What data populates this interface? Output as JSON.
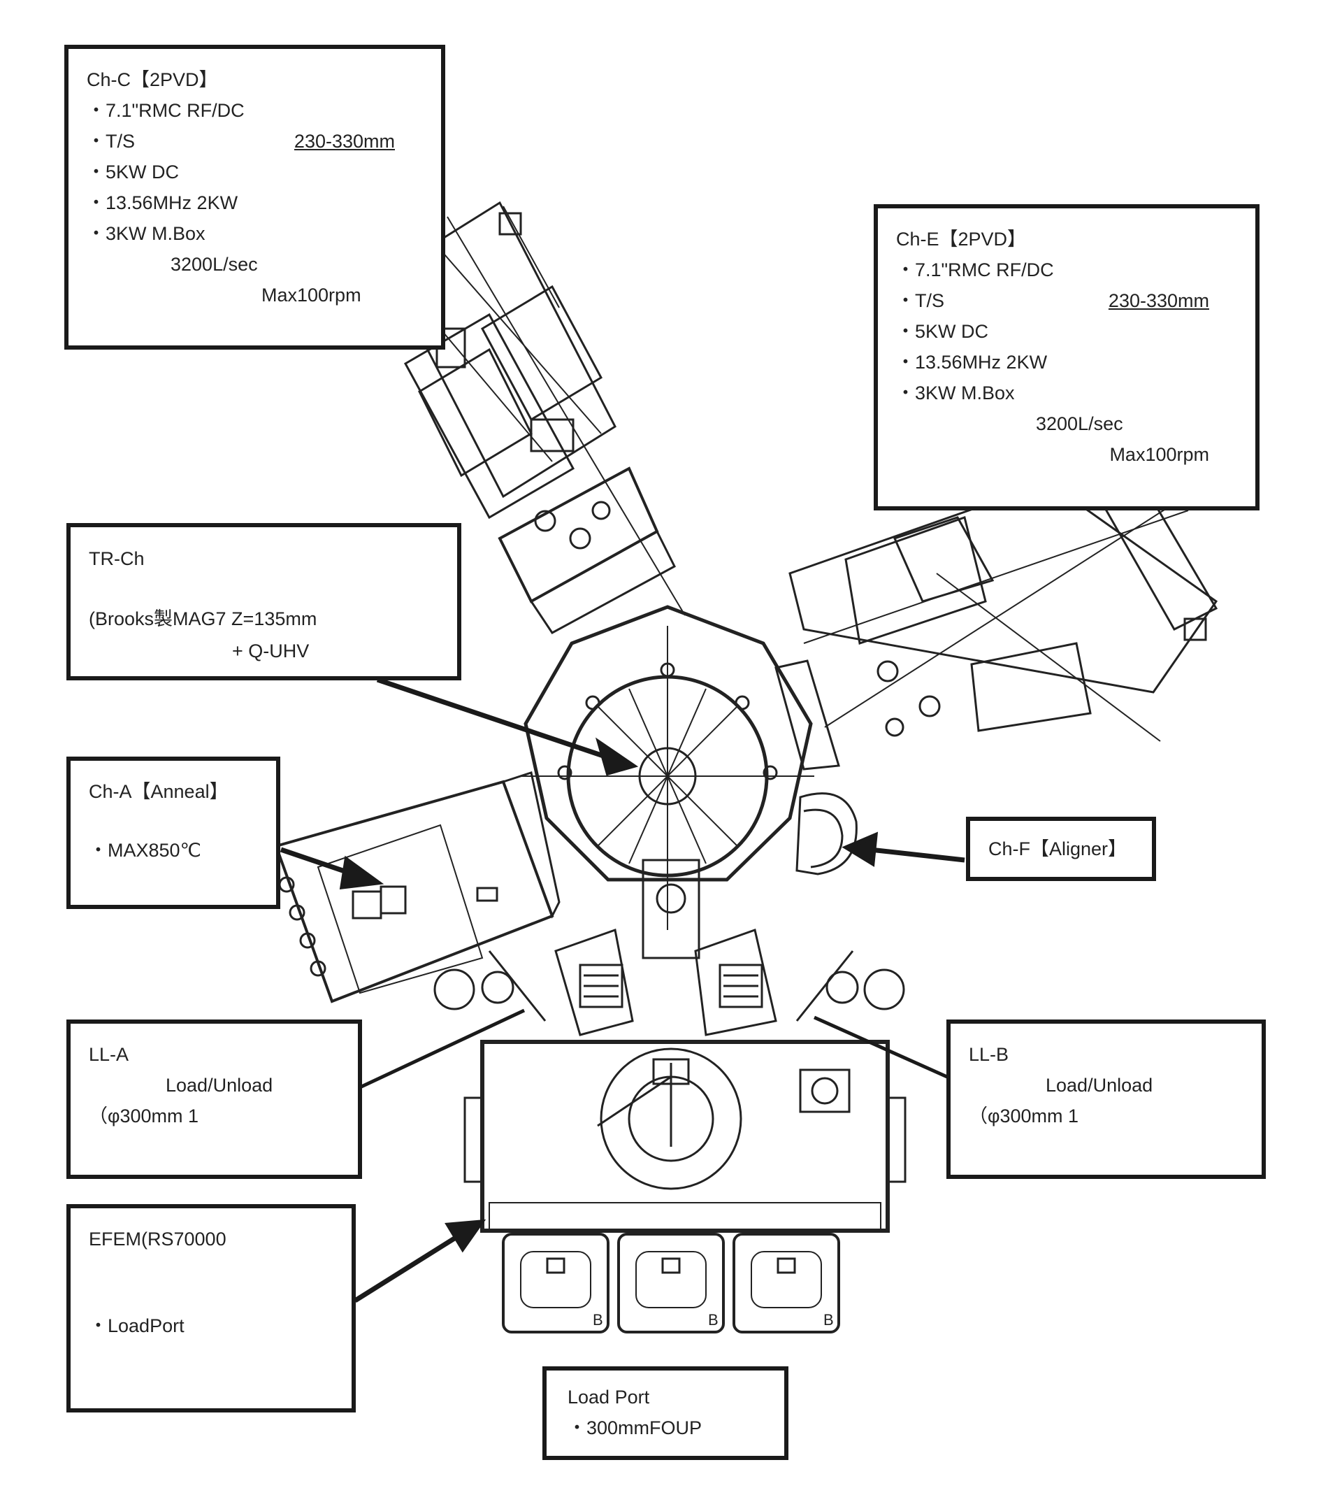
{
  "callouts": {
    "ch_c": {
      "title": "Ch-C【2PVD】",
      "spec_1": "・7.1\"RMC RF/DC",
      "spec_2": "・T/S",
      "spec_2_value": "230-330mm",
      "spec_3": "・5KW DC",
      "spec_4": "・13.56MHz 2KW",
      "spec_5": "・3KW M.Box",
      "spec_6": "3200L/sec",
      "spec_7": "Max100rpm"
    },
    "ch_e": {
      "title": "Ch-E【2PVD】",
      "spec_1": "・7.1\"RMC RF/DC",
      "spec_2": "・T/S",
      "spec_2_value": "230-330mm",
      "spec_3": "・5KW DC",
      "spec_4": "・13.56MHz 2KW",
      "spec_5": "・3KW M.Box",
      "spec_6": "3200L/sec",
      "spec_7": "Max100rpm"
    },
    "tr_ch": {
      "title": "TR-Ch",
      "spec_1": "(Brooks製MAG7  Z=135mm",
      "spec_2": "+ Q-UHV"
    },
    "ch_a": {
      "title": "Ch-A【Anneal】",
      "spec_1": "・MAX850℃"
    },
    "ch_f": {
      "title": "Ch-F【Aligner】"
    },
    "ll_a": {
      "title": "LL-A",
      "spec_1": "Load/Unload",
      "spec_2": "（φ300mm  1"
    },
    "ll_b": {
      "title": "LL-B",
      "spec_1": "Load/Unload",
      "spec_2": "（φ300mm  1"
    },
    "efem": {
      "title": "EFEM(RS70000",
      "spec_1": "・LoadPort"
    },
    "load_port": {
      "title": "Load Port",
      "spec_1": "・300mmFOUP"
    }
  },
  "drawing": {
    "label_b": "B"
  }
}
